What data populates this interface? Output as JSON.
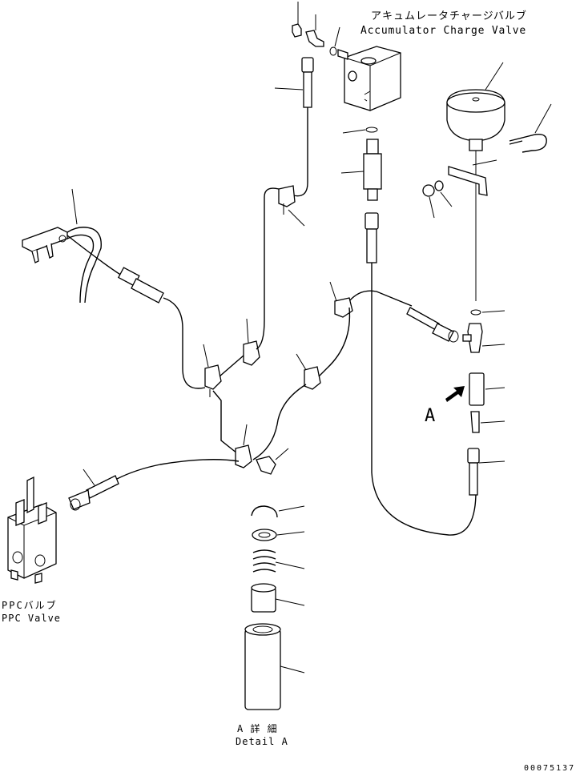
{
  "labels": {
    "accumulator_valve_jp": "アキュムレータチャージバルブ",
    "accumulator_valve_en": "Accumulator Charge Valve",
    "ppc_valve_jp": "PPCバルブ",
    "ppc_valve_en": "PPC Valve",
    "view_marker": "A",
    "detail_jp": "A 詳 細",
    "detail_en": "Detail A",
    "drawing_number": "00075137"
  },
  "colors": {
    "ink": "#000000",
    "background": "#ffffff"
  }
}
